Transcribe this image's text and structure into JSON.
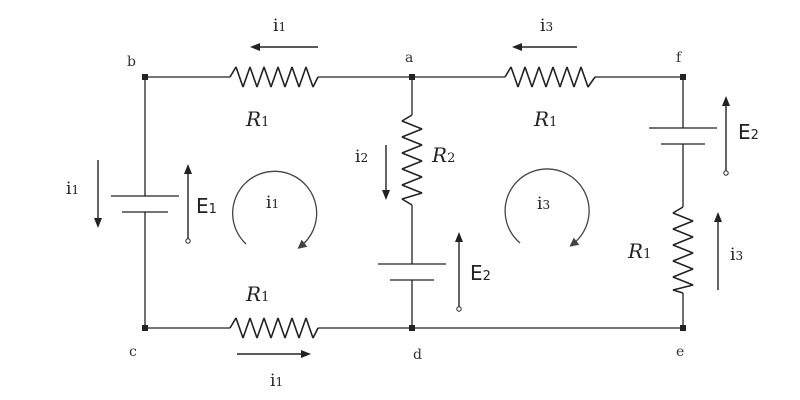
{
  "nodes": {
    "a": "a",
    "b": "b",
    "c": "c",
    "d": "d",
    "e": "e",
    "f": "f"
  },
  "resistors": {
    "ba": {
      "main": "R",
      "sub": "1"
    },
    "af": {
      "main": "R",
      "sub": "1"
    },
    "ad": {
      "main": "R",
      "sub": "2"
    },
    "fe": {
      "main": "R",
      "sub": "1"
    },
    "cd": {
      "main": "R",
      "sub": "1"
    }
  },
  "emfs": {
    "left": {
      "main": "E",
      "sub": "1"
    },
    "middle": {
      "main": "E",
      "sub": "2"
    },
    "right": {
      "main": "E",
      "sub": "2"
    }
  },
  "currents": {
    "top_left": {
      "main": "i",
      "sub": "1"
    },
    "top_right": {
      "main": "i",
      "sub": "3"
    },
    "left_branch": {
      "main": "i",
      "sub": "1"
    },
    "middle_branch": {
      "main": "i",
      "sub": "2"
    },
    "right_branch": {
      "main": "i",
      "sub": "3"
    },
    "bottom": {
      "main": "i",
      "sub": "1"
    },
    "loop_left": {
      "main": "i",
      "sub": "1"
    },
    "loop_right": {
      "main": "i",
      "sub": "3"
    }
  }
}
